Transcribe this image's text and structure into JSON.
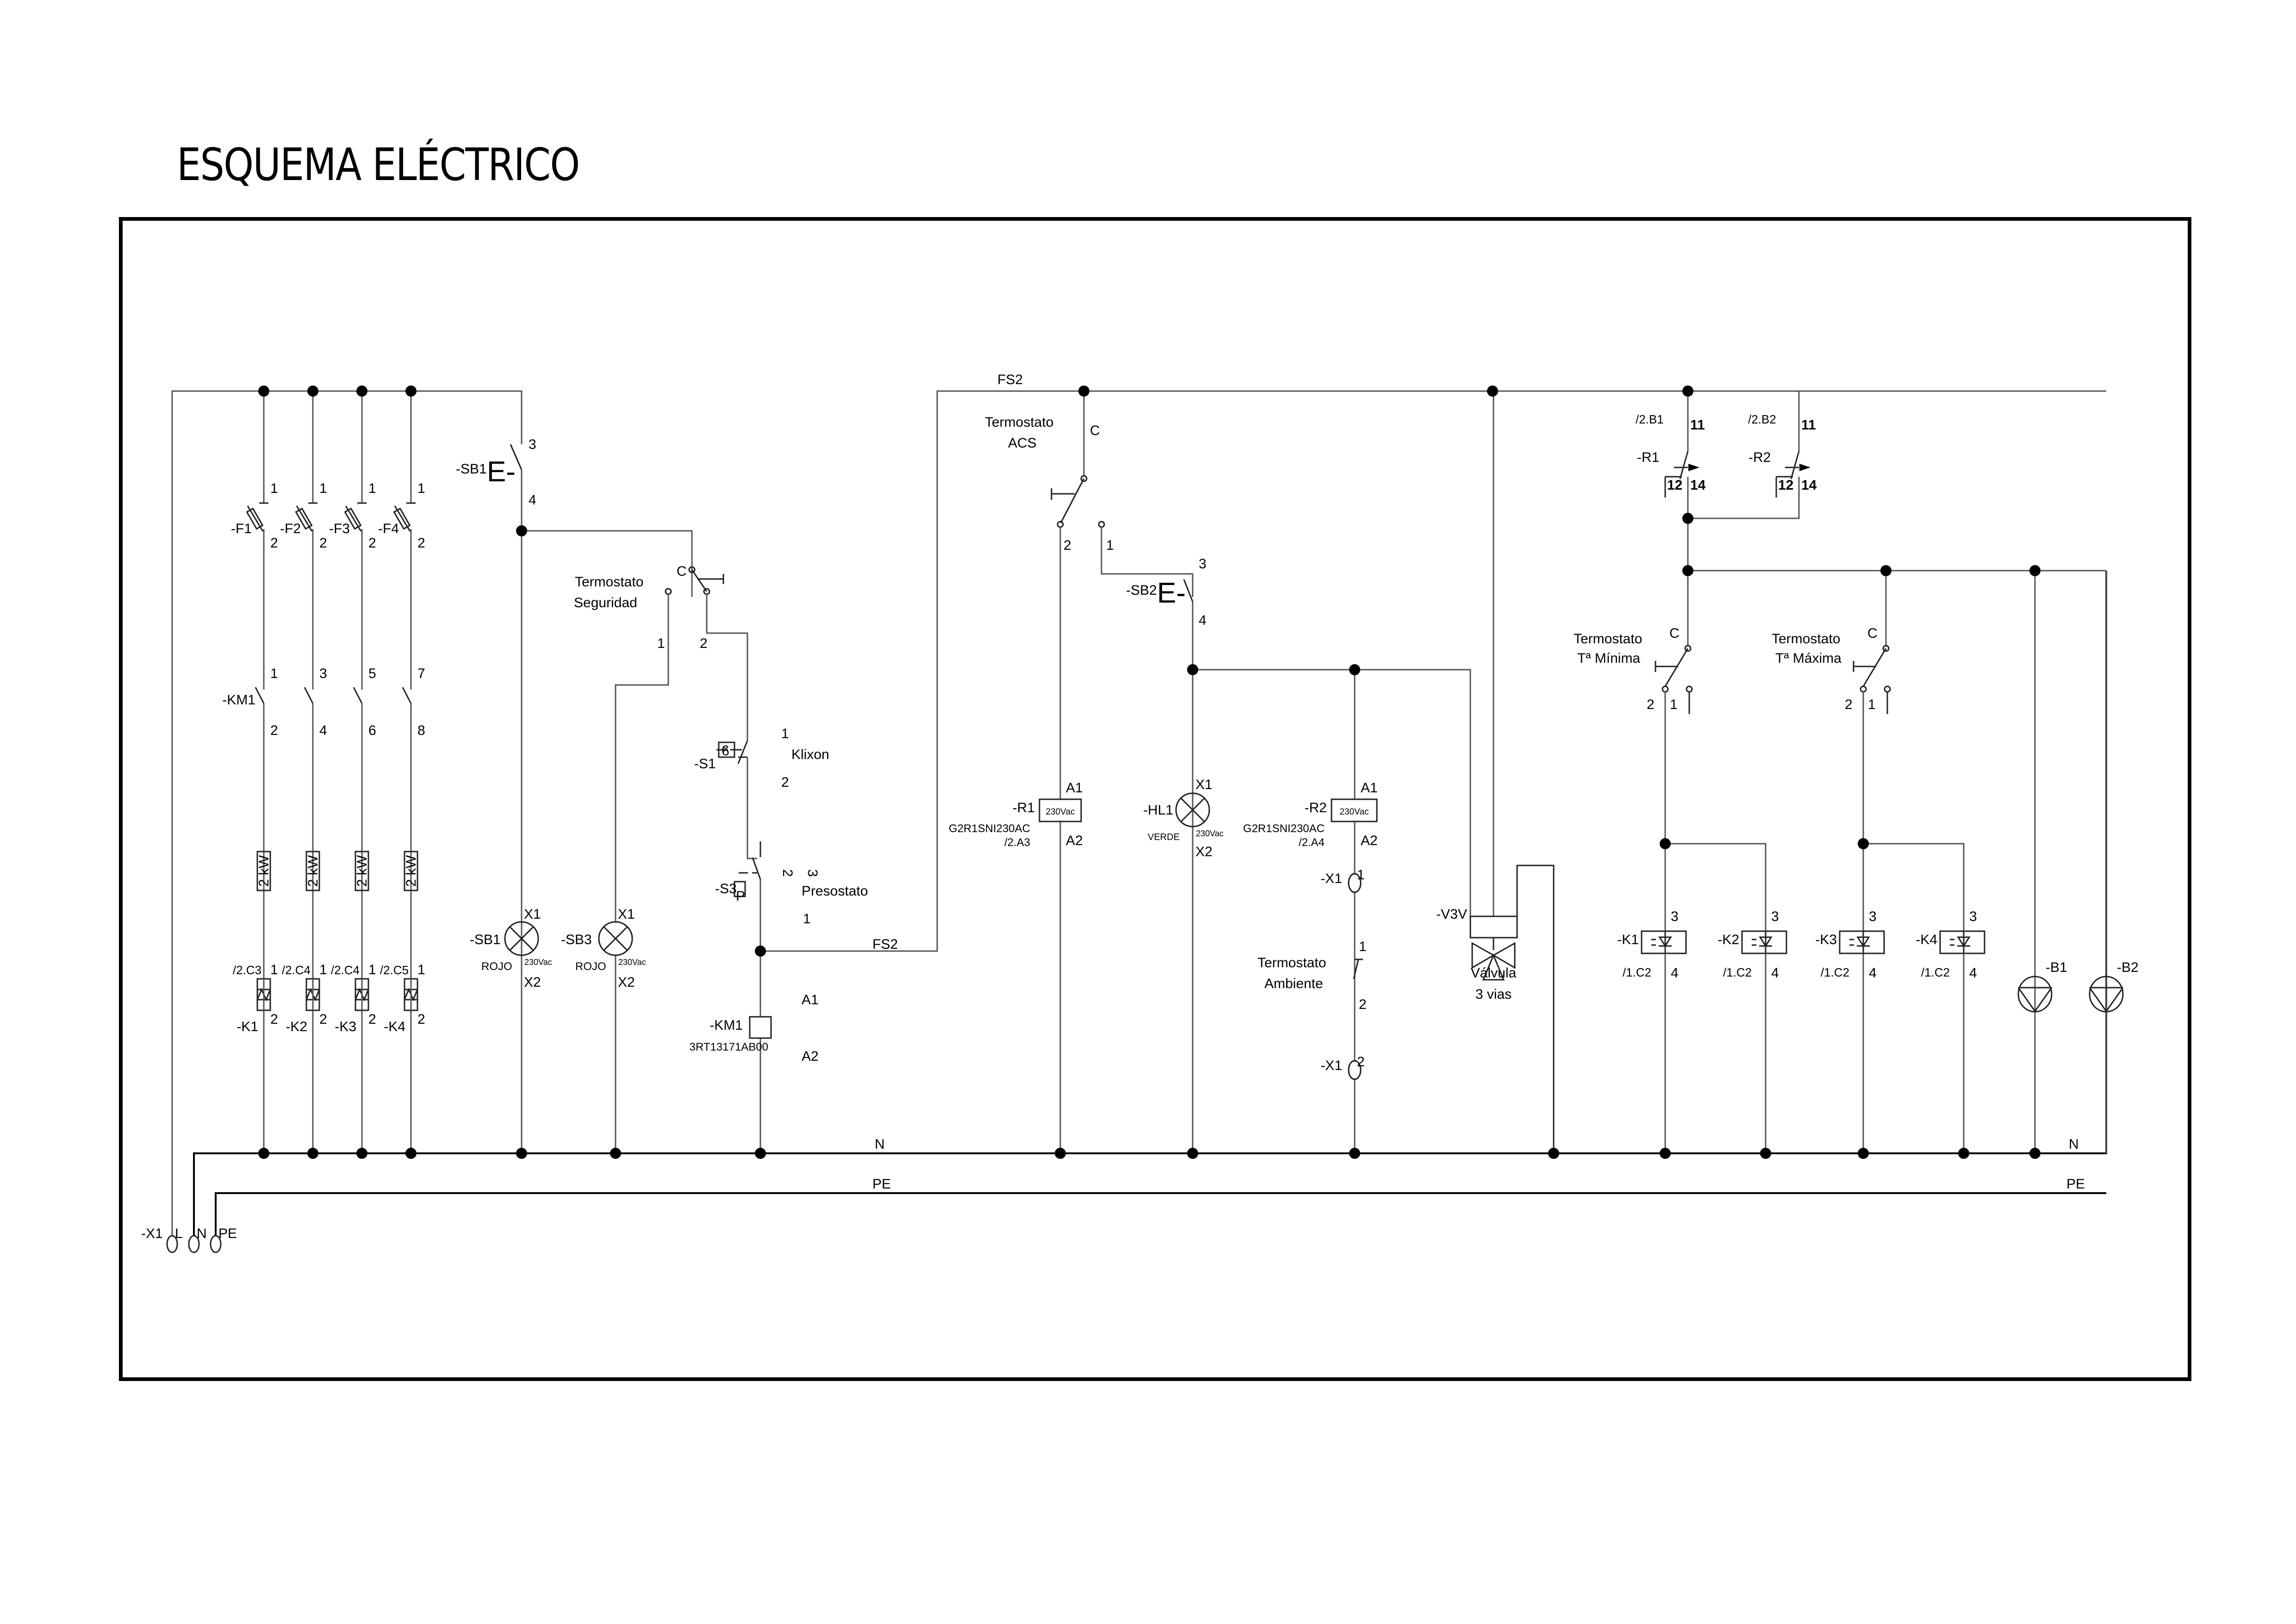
{
  "title": "ESQUEMA ELÉCTRICO",
  "buses": {
    "fs2": "FS2",
    "neutral": "N",
    "earth": "PE"
  },
  "supply_terminal": {
    "tag": "-X1",
    "pins": [
      "L",
      "N",
      "PE"
    ]
  },
  "fuses": [
    {
      "tag": "-F1",
      "pin_top": "1",
      "pin_bottom": "2"
    },
    {
      "tag": "-F2",
      "pin_top": "1",
      "pin_bottom": "2"
    },
    {
      "tag": "-F3",
      "pin_top": "1",
      "pin_bottom": "2"
    },
    {
      "tag": "-F4",
      "pin_top": "1",
      "pin_bottom": "2"
    }
  ],
  "contactor_km1": {
    "tag": "-KM1",
    "poles": [
      [
        "1",
        "2"
      ],
      [
        "3",
        "4"
      ],
      [
        "5",
        "6"
      ],
      [
        "7",
        "8"
      ]
    ],
    "coil_model": "3RT13171AB00",
    "coil_pins": [
      "A1",
      "A2"
    ]
  },
  "heaters": [
    "2 kW",
    "2 kW",
    "2 kW",
    "2 kW"
  ],
  "ssr_power": [
    {
      "tag": "-K1",
      "ref": "/2.C3",
      "pin_top": "1",
      "pin_bottom": "2"
    },
    {
      "tag": "-K2",
      "ref": "/2.C4",
      "pin_top": "1",
      "pin_bottom": "2"
    },
    {
      "tag": "-K3",
      "ref": "/2.C4",
      "pin_top": "1",
      "pin_bottom": "2"
    },
    {
      "tag": "-K4",
      "ref": "/2.C5",
      "pin_top": "1",
      "pin_bottom": "2"
    }
  ],
  "sb1_switch": {
    "tag": "-SB1",
    "symbol": "E-",
    "pins": [
      "3",
      "4"
    ]
  },
  "sb2_switch": {
    "tag": "-SB2",
    "symbol": "E-",
    "pins": [
      "3",
      "4"
    ]
  },
  "lamps": [
    {
      "tag": "-SB1",
      "color": "ROJO",
      "voltage": "230Vac",
      "pins": [
        "X1",
        "X2"
      ]
    },
    {
      "tag": "-SB3",
      "color": "ROJO",
      "voltage": "230Vac",
      "pins": [
        "X1",
        "X2"
      ]
    },
    {
      "tag": "-HL1",
      "color": "VERDE",
      "voltage": "230Vac",
      "pins": [
        "X1",
        "X2"
      ]
    }
  ],
  "termostato_seguridad": {
    "label1": "Termostato",
    "label2": "Seguridad",
    "pins": [
      "C",
      "1",
      "2"
    ]
  },
  "klixon": {
    "tag": "-S1",
    "label": "Klixon",
    "pins": [
      "1",
      "2"
    ]
  },
  "presostato": {
    "tag": "-S3",
    "label": "Presostato",
    "symbol": "P",
    "pins": [
      "2",
      "3",
      "1"
    ]
  },
  "termostato_acs": {
    "label1": "Termostato",
    "label2": "ACS",
    "pins": [
      "C",
      "2",
      "1"
    ]
  },
  "relays": [
    {
      "tag": "-R1",
      "model": "G2R1SNI230AC",
      "ref": "/2.A3",
      "voltage": "230Vac",
      "pins": [
        "A1",
        "A2"
      ]
    },
    {
      "tag": "-R2",
      "model": "G2R1SNI230AC",
      "ref": "/2.A4",
      "voltage": "230Vac",
      "pins": [
        "A1",
        "A2"
      ]
    }
  ],
  "ambient_terminals": [
    {
      "tag": "-X1",
      "pin": "1"
    },
    {
      "tag": "-X1",
      "pin": "2"
    }
  ],
  "termostato_ambiente": {
    "label1": "Termostato",
    "label2": "Ambiente",
    "pins": [
      "1",
      "2"
    ]
  },
  "valve": {
    "tag": "-V3V",
    "label1": "Válvula",
    "label2": "3 vias"
  },
  "relay_contacts": [
    {
      "tag": "-R1",
      "ref": "/2.B1",
      "pins": [
        "11",
        "12",
        "14"
      ]
    },
    {
      "tag": "-R2",
      "ref": "/2.B2",
      "pins": [
        "11",
        "12",
        "14"
      ]
    }
  ],
  "termostato_min": {
    "label1": "Termostato",
    "label2": "Tª Mínima",
    "pins": [
      "C",
      "2",
      "1"
    ]
  },
  "termostato_max": {
    "label1": "Termostato",
    "label2": "Tª Máxima",
    "pins": [
      "C",
      "2",
      "1"
    ]
  },
  "ssr_control": [
    {
      "tag": "-K1",
      "ref": "/1.C2",
      "pins": [
        "3",
        "4"
      ]
    },
    {
      "tag": "-K2",
      "ref": "/1.C2",
      "pins": [
        "3",
        "4"
      ]
    },
    {
      "tag": "-K3",
      "ref": "/1.C2",
      "pins": [
        "3",
        "4"
      ]
    },
    {
      "tag": "-K4",
      "ref": "/1.C2",
      "pins": [
        "3",
        "4"
      ]
    }
  ],
  "pumps": [
    {
      "tag": "-B1"
    },
    {
      "tag": "-B2"
    }
  ]
}
